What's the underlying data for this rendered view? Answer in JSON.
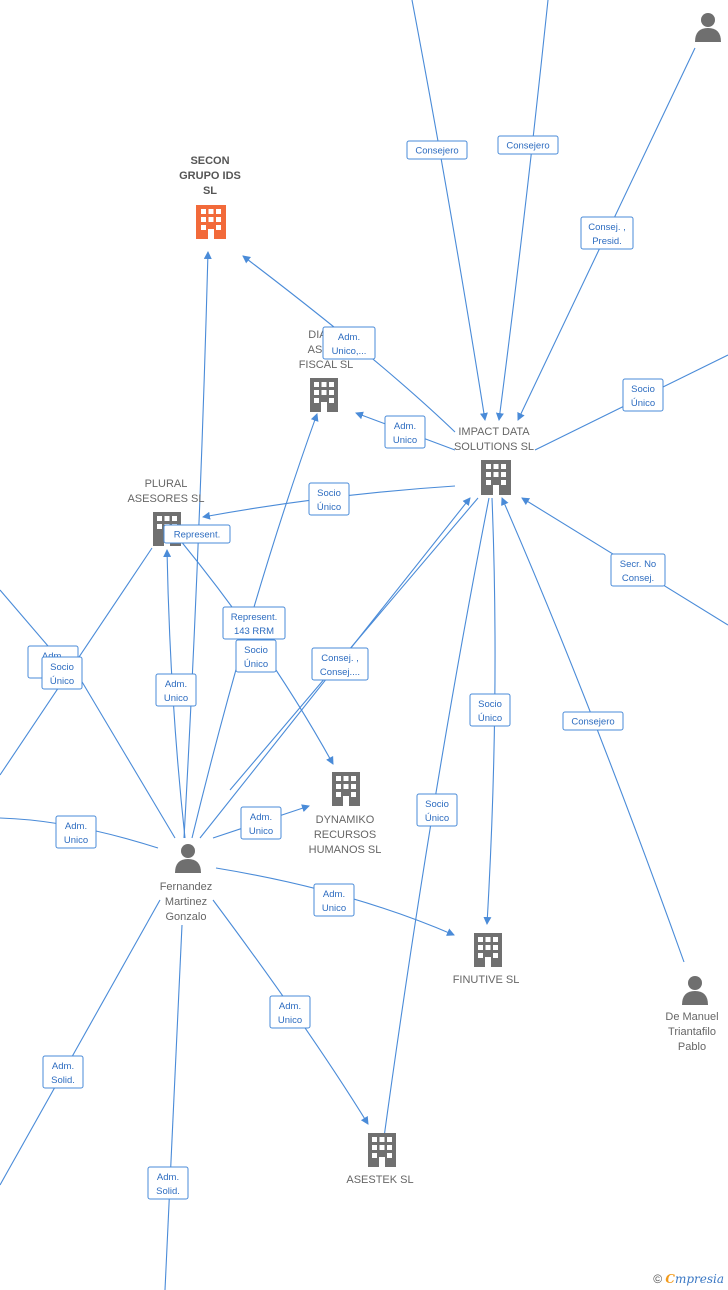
{
  "nodes": {
    "secon": {
      "kind": "company",
      "label": [
        "SECON",
        "GRUPO IDS",
        "SL"
      ],
      "focus": true
    },
    "diagonal": {
      "kind": "company",
      "label": [
        "DIAGO",
        "ASSES",
        "FISCAL SL"
      ]
    },
    "impact": {
      "kind": "company",
      "label": [
        "IMPACT DATA",
        "SOLUTIONS SL"
      ]
    },
    "plural": {
      "kind": "company",
      "label": [
        "PLURAL",
        "ASESORES SL"
      ]
    },
    "dynamiko": {
      "kind": "company",
      "label": [
        "DYNAMIKO",
        "RECURSOS",
        "HUMANOS SL"
      ]
    },
    "finutive": {
      "kind": "company",
      "label": [
        "FINUTIVE SL"
      ]
    },
    "asestek": {
      "kind": "company",
      "label": [
        "ASESTEK SL"
      ]
    },
    "fernandez": {
      "kind": "person",
      "label": [
        "Fernandez",
        "Martinez",
        "Gonzalo"
      ]
    },
    "demanuel": {
      "kind": "person",
      "label": [
        "De Manuel",
        "Triantafilo",
        "Pablo"
      ]
    },
    "topright": {
      "kind": "person",
      "label": []
    }
  },
  "edge_labels": [
    [
      "Consejero"
    ],
    [
      "Consejero"
    ],
    [
      "Consej. ,",
      "Presid."
    ],
    [
      "Adm.",
      "Unico,..."
    ],
    [
      "Adm.",
      "Unico"
    ],
    [
      "Socio",
      "Único"
    ],
    [
      "Socio",
      "Único"
    ],
    [
      "Represent."
    ],
    [
      "Represent.",
      "143 RRM"
    ],
    [
      "Socio",
      "Único"
    ],
    [
      "Consej. ,",
      "Consej...."
    ],
    [
      "Adm.",
      "Unico"
    ],
    [
      "Secr. No",
      "Consej."
    ],
    [
      "Socio",
      "Único"
    ],
    [
      "Consejero"
    ],
    [
      "Adm.",
      "Unico"
    ],
    [
      "Socio",
      "Único"
    ],
    [
      "Adm.",
      "Unico"
    ],
    [
      "Adm.",
      "Unico"
    ],
    [
      "Adm.",
      "Unico"
    ],
    [
      "Adm.",
      "Solid."
    ],
    [
      "Adm.",
      "Solid."
    ],
    [
      "Adm.",
      "U..."
    ],
    [
      "Socio",
      "Único"
    ]
  ],
  "footer": {
    "copyright": "©",
    "brand_first": "C",
    "brand_rest": "mpresia"
  },
  "colors": {
    "edge": "#4a8bd8",
    "focus_company": "#f26a3a",
    "company": "#707070",
    "person": "#6f6f6f"
  }
}
